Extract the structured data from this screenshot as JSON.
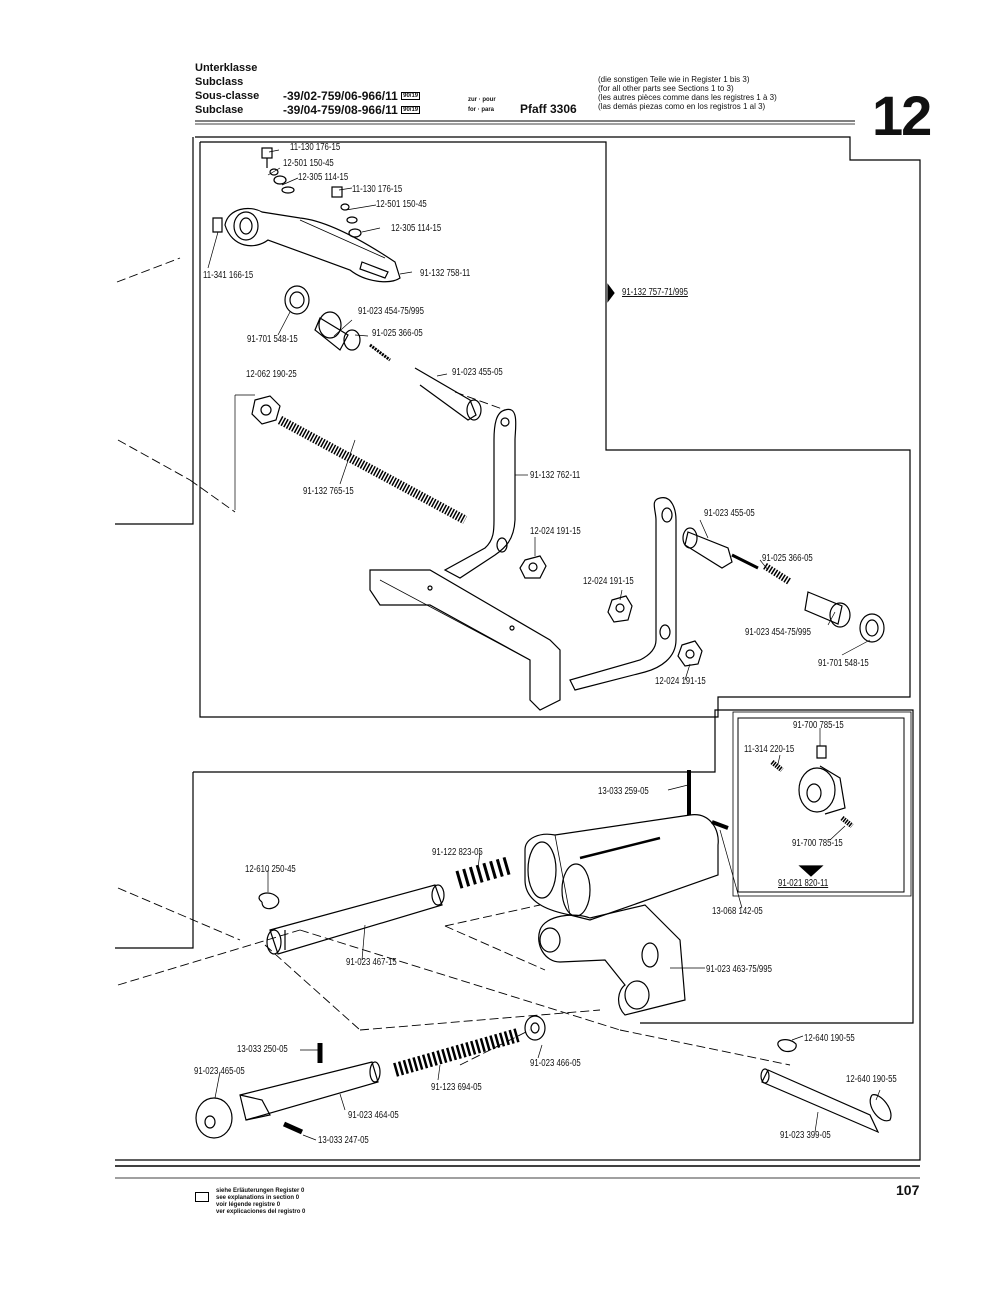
{
  "header": {
    "labels": [
      "Unterklasse",
      "Subclass",
      "Sous-classe",
      "Subclase"
    ],
    "subclass_1": "-39/02-759/06-966/11",
    "subclass_2": "-39/04-759/08-966/11",
    "code_tag": "90/19",
    "zur_pour": "zur · pour",
    "for_para": "for · para",
    "machine": "Pfaff 3306",
    "notes": [
      "(die sonstigen Teile wie in Register 1 bis 3)",
      "(for all other parts see Sections 1 to 3)",
      "(les autres pièces comme dans les registres 1 à 3)",
      "(las demás piezas como en los registros 1 al 3)"
    ],
    "section_number": "12"
  },
  "parts": {
    "p1": "11-130 176-15",
    "p2": "12-501 150-45",
    "p3": "12-305 114-15",
    "p4": "11-130 176-15",
    "p5": "12-501 150-45",
    "p6": "12-305 114-15",
    "p7": "11-341 166-15",
    "p8": "91-132 758-11",
    "p9": "91-132 757-71/995",
    "p10": "91-023 454-75/995",
    "p11": "91-701 548-15",
    "p12": "91-025 366-05",
    "p13": "12-062 190-25",
    "p14": "91-023 455-05",
    "p15": "91-132 762-11",
    "p16": "91-132 765-15",
    "p17": "12-024 191-15",
    "p18": "91-023 455-05",
    "p19": "91-025 366-05",
    "p20": "12-024 191-15",
    "p21": "91-023 454-75/995",
    "p22": "91-701 548-15",
    "p23": "12-024 191-15",
    "p24": "91-700 785-15",
    "p25": "11-314 220-15",
    "p26": "91-700 785-15",
    "p27": "91-021 820-11",
    "p28": "13-033 259-05",
    "p29": "91-122 823-05",
    "p30": "12-610 250-45",
    "p31": "13-068 142-05",
    "p32": "91-023 467-15",
    "p33": "91-023 463-75/995",
    "p34": "12-640 190-55",
    "p35": "13-033 250-05",
    "p36": "91-023 465-05",
    "p37": "91-023 466-05",
    "p38": "91-123 694-05",
    "p39": "12-640 190-55",
    "p40": "91-023 464-05",
    "p41": "13-033 247-05",
    "p42": "91-023 399-05"
  },
  "footer": {
    "explanations": [
      "siehe Erläuterungen Register 0",
      "see explanations in section 0",
      "voir légende registre 0",
      "ver explicaciones del registro 0"
    ],
    "page_number": "107"
  }
}
